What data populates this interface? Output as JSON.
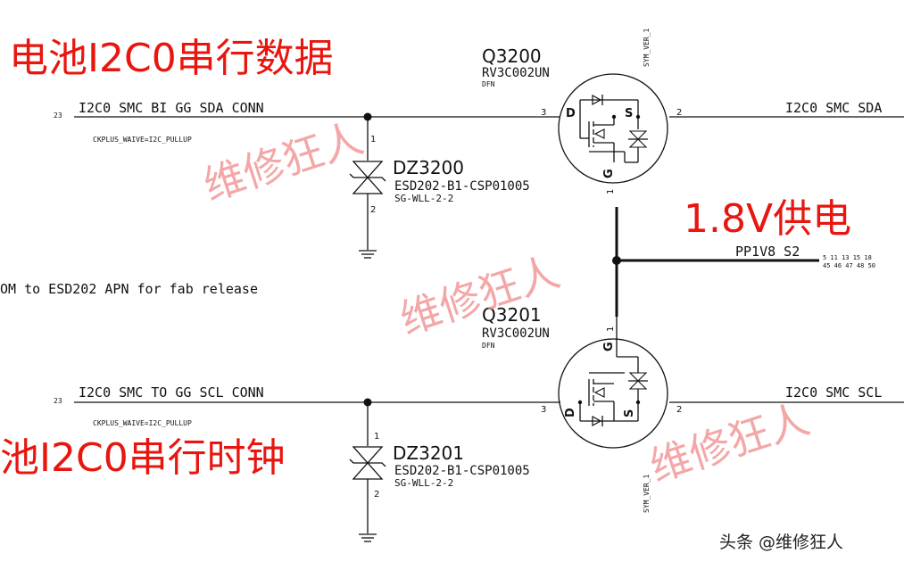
{
  "titles": {
    "sda": "电池I2C0串行数据",
    "scl": "池I2C0串行时钟",
    "power": "1.8V供电"
  },
  "watermark": "维修狂人",
  "footer": "头条 @维修狂人",
  "note": "OM to ESD202 APN for fab release",
  "q3200": {
    "ref": "Q3200",
    "part": "RV3C002UN",
    "pkg": "DFN",
    "sym": "SYM_VER_1",
    "pin_d": "3",
    "pin_s": "2",
    "pin_g": "1",
    "label_d": "D",
    "label_s": "S",
    "label_g": "G"
  },
  "q3201": {
    "ref": "Q3201",
    "part": "RV3C002UN",
    "pkg": "DFN",
    "sym": "SYM_VER_1",
    "pin_d": "3",
    "pin_s": "2",
    "pin_g": "1",
    "label_d": "D",
    "label_s": "S",
    "label_g": "G"
  },
  "dz3200": {
    "ref": "DZ3200",
    "part": "ESD202-B1-CSP01005",
    "pkg": "SG-WLL-2-2",
    "pin1": "1",
    "pin2": "2"
  },
  "dz3201": {
    "ref": "DZ3201",
    "part": "ESD202-B1-CSP01005",
    "pkg": "SG-WLL-2-2",
    "pin1": "1",
    "pin2": "2"
  },
  "nets": {
    "sda_in": "I2C0 SMC BI GG SDA CONN",
    "sda_in_page": "23",
    "sda_prop": "CKPLUS_WAIVE=I2C_PULLUP",
    "sda_out": "I2C0 SMC SDA",
    "scl_in": "I2C0 SMC TO GG SCL CONN",
    "scl_in_page": "23",
    "scl_prop": "CKPLUS_WAIVE=I2C_PULLUP",
    "scl_out": "I2C0 SMC SCL",
    "pwr": "PP1V8 S2",
    "pwr_pages_1": "5  11  13  15  18",
    "pwr_pages_2": "45  46  47  48  50"
  },
  "colors": {
    "annotation_red": "#e8160f",
    "watermark_pink": "#f08a8a",
    "wire": "#111111"
  }
}
